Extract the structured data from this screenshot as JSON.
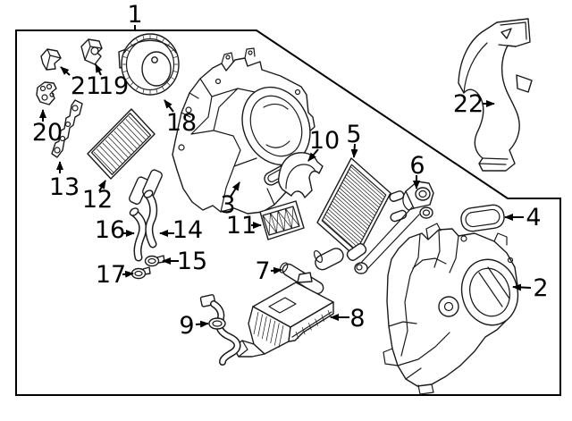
{
  "figure": {
    "kind": "exploded-parts-diagram",
    "background_color": "#ffffff",
    "line_color": "#1a1a1a",
    "label_color": "#000000"
  },
  "callouts": [
    "1",
    "2",
    "3",
    "4",
    "5",
    "6",
    "7",
    "8",
    "9",
    "10",
    "11",
    "12",
    "13",
    "14",
    "15",
    "16",
    "17",
    "18",
    "19",
    "20",
    "21",
    "22"
  ]
}
